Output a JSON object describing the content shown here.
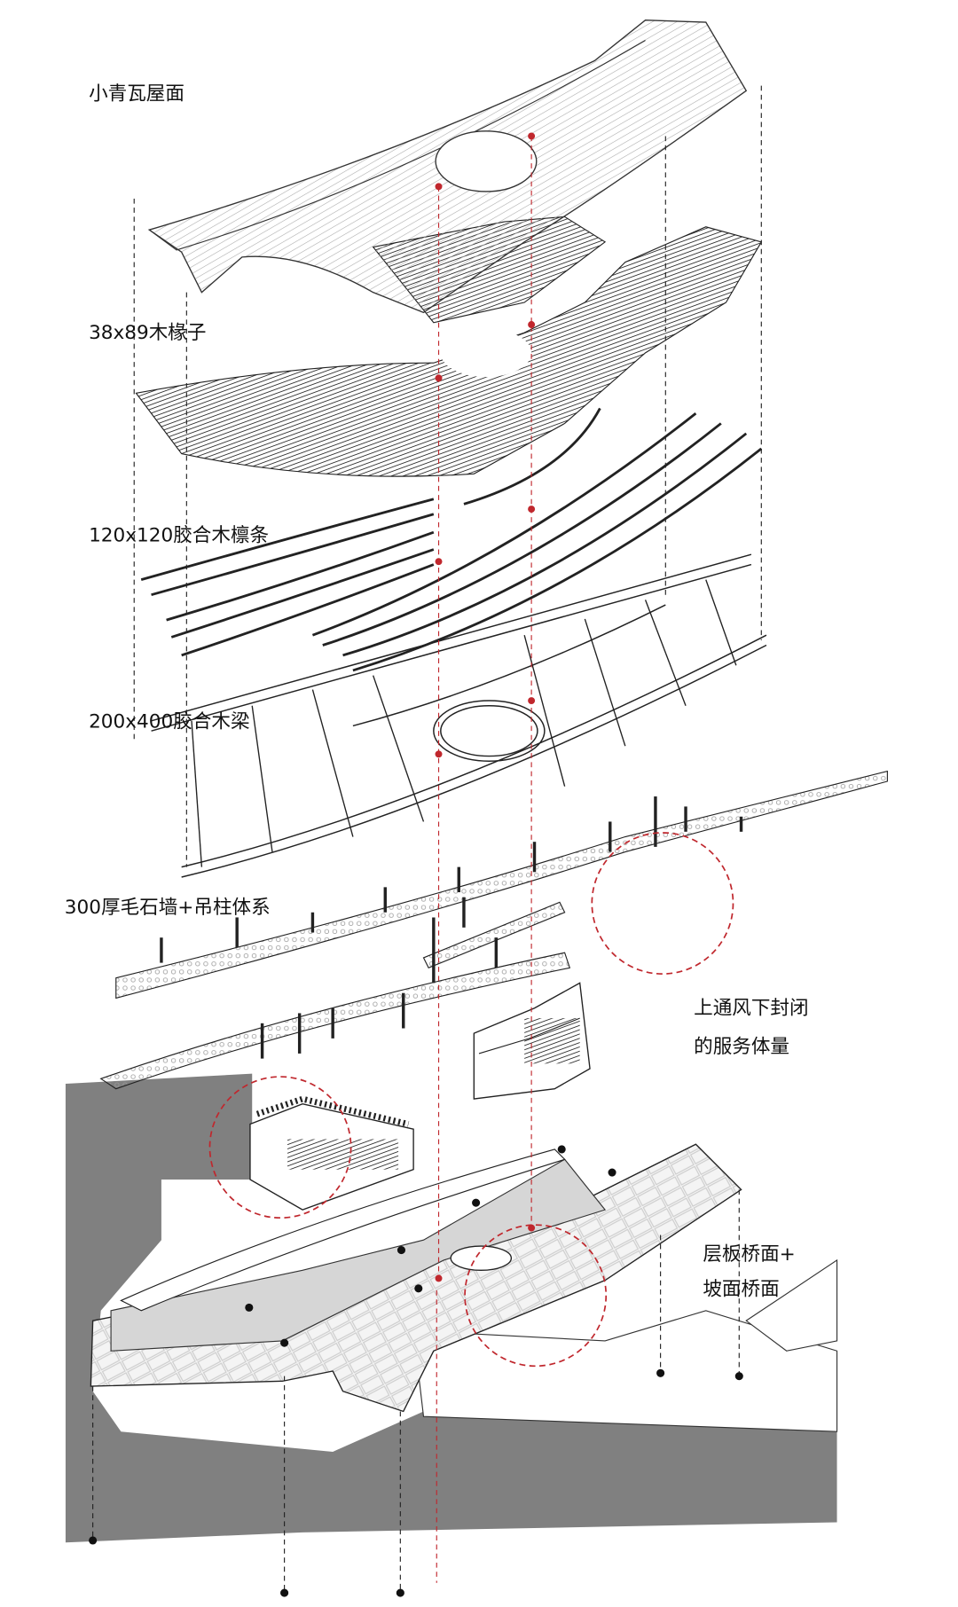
{
  "diagram": {
    "title": "Exploded axonometric of roof, structure and bridge layers",
    "labels": {
      "roof": "小青瓦屋面",
      "rafters": "38x89木椽子",
      "purlins": "120x120胶合木檩条",
      "beams": "200x400胶合木梁",
      "wall": "300厚毛石墙+吊柱体系",
      "service_line1": "上通风下封闭",
      "service_line2": "的服务体量",
      "deck_line1": "层板桥面+",
      "deck_line2": "坡面桥面"
    },
    "colors": {
      "accent_red": "#c0272d",
      "ground_gray": "#808080",
      "deck_gray": "#d6d6d6",
      "line": "#222222"
    }
  }
}
